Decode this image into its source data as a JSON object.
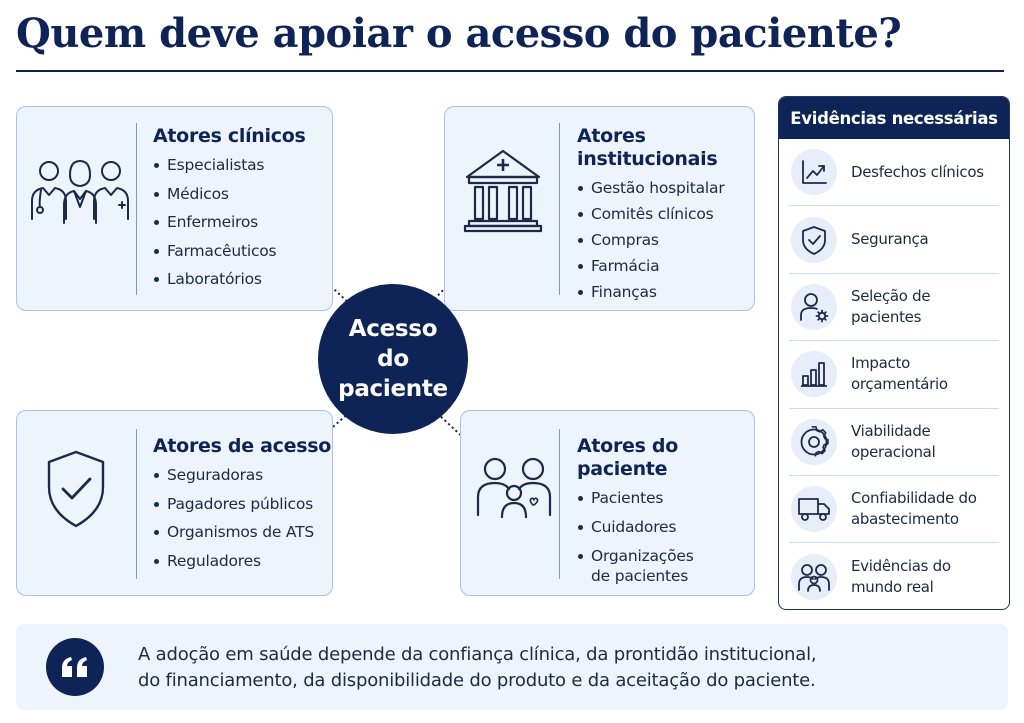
{
  "title": "Quem deve apoiar o acesso do paciente?",
  "hub": {
    "lines": [
      "Acesso",
      "do",
      "paciente"
    ]
  },
  "groups": {
    "clinical": {
      "title": "Atores clínicos",
      "icon": "medical-team-icon",
      "items": [
        "Especialistas",
        "Médicos",
        "Enfermeiros",
        "Farmacêuticos",
        "Laboratórios"
      ]
    },
    "institutional": {
      "title_lines": [
        "Atores",
        "institucionais"
      ],
      "icon": "hospital-building-icon",
      "items": [
        "Gestão hospitalar",
        "Comitês clínicos",
        "Compras",
        "Farmácia",
        "Finanças"
      ]
    },
    "access": {
      "title": "Atores de acesso",
      "icon": "shield-check-icon",
      "items": [
        "Seguradoras",
        "Pagadores públicos",
        "Organismos de ATS",
        "Reguladores"
      ]
    },
    "patient": {
      "title": "Atores do paciente",
      "icon": "family-heart-icon",
      "items": [
        "Pacientes",
        "Cuidadores",
        "Organizações\nde pacientes"
      ]
    }
  },
  "evidence": {
    "title": "Evidências necessárias",
    "items": [
      {
        "label": "Desfechos clínicos",
        "icon": "trend-chart-icon"
      },
      {
        "label": "Segurança",
        "icon": "shield-check-icon"
      },
      {
        "label": "Seleção de pacientes",
        "icon": "person-gear-icon"
      },
      {
        "label": "Impacto\norçamentário",
        "icon": "bar-chart-icon"
      },
      {
        "label": "Viabilidade operacional",
        "icon": "gear-icon"
      },
      {
        "label": "Confiabilidade do\nabastecimento",
        "icon": "delivery-truck-icon"
      },
      {
        "label": "Evidências do\nmundo real",
        "icon": "people-icon"
      }
    ]
  },
  "quote": {
    "icon": "quote-icon",
    "lines": [
      "A adoção em saúde depende da confiança clínica, da prontidão institucional,",
      "do financiamento, da disponibilidade do produto e da aceitação do paciente."
    ]
  },
  "colors": {
    "navy": "#0f2456",
    "card_fill": "#eef4fc",
    "card_border": "#a9c3e8"
  }
}
